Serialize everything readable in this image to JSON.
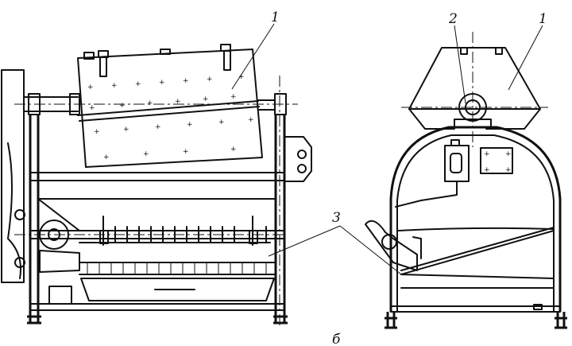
{
  "labels": {
    "part1": "1",
    "part2": "2",
    "part3": "3"
  },
  "caption": "б"
}
